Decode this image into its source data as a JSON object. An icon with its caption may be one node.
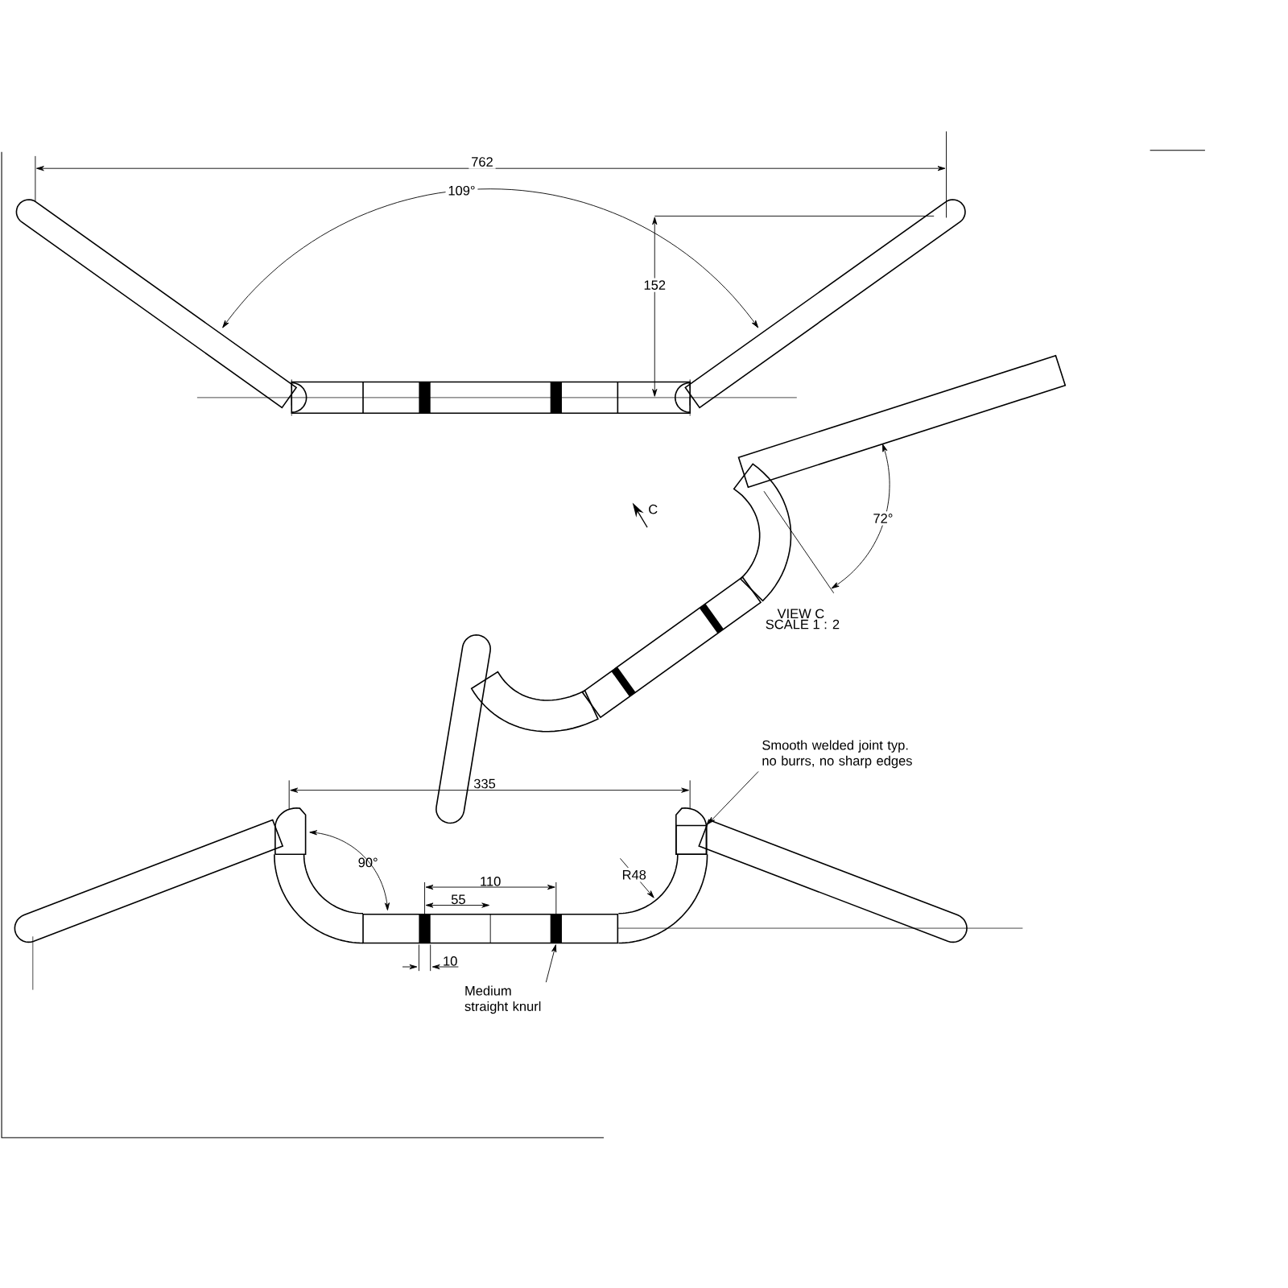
{
  "diagram": {
    "nodes": [
      {
        "text": [
          "Smooth welded joint typ. no burrs, no sharp edges"
        ]
      },
      {
        "text": [
          "Medium straight knurl"
        ]
      },
      {
        "text": [],
        "shape": "bar"
      },
      {
        "text": [],
        "shape": "box"
      }
    ],
    "edges": [
      {
        "from": 0,
        "to": 3,
        "arrow": "to"
      },
      {
        "from": 1,
        "to": 2,
        "arrow": "to"
      }
    ],
    "labels": [
      "762",
      "109°",
      "152",
      "C",
      "72°",
      "VIEW C",
      "SCALE 1 : 2",
      "335",
      "90°",
      "R48",
      "110",
      "55",
      "10"
    ]
  }
}
